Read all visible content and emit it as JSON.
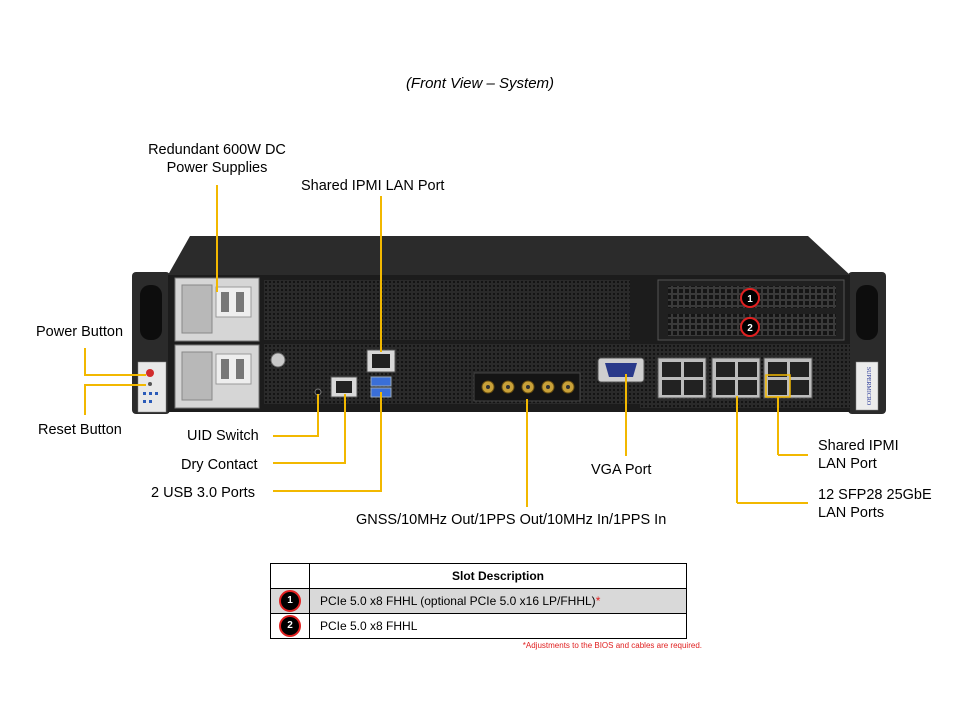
{
  "title": "(Front View – System)",
  "labels": {
    "power_supplies_line1": "Redundant 600W DC",
    "power_supplies_line2": "Power Supplies",
    "ipmi_top": "Shared IPMI LAN Port",
    "power_button": "Power Button",
    "reset_button": "Reset Button",
    "uid_switch": "UID Switch",
    "dry_contact": "Dry Contact",
    "usb": "2 USB 3.0 Ports",
    "gnss": "GNSS/10MHz Out/1PPS Out/10MHz In/1PPS In",
    "vga": "VGA Port",
    "ipmi_right_line1": "Shared IPMI",
    "ipmi_right_line2": "LAN Port",
    "sfp_line1": "12 SFP28 25GbE",
    "sfp_line2": "LAN Ports"
  },
  "brand_text": "SUPERMICRO",
  "callouts": [
    "1",
    "2"
  ],
  "slot_table": {
    "header": "Slot Description",
    "rows": [
      {
        "num": "1",
        "desc": "PCIe 5.0 x8 FHHL (optional PCIe 5.0 x16 LP/FHHL)",
        "asterisk": "*"
      },
      {
        "num": "2",
        "desc": "PCIe 5.0 x8 FHHL",
        "asterisk": ""
      }
    ],
    "footnote": "*Adjustments to the BIOS and cables are required."
  },
  "colors": {
    "leader": "#f2b800",
    "accent_red": "#e02020",
    "chassis": "#1c1c1c",
    "table_shade": "#d9d9d9"
  }
}
